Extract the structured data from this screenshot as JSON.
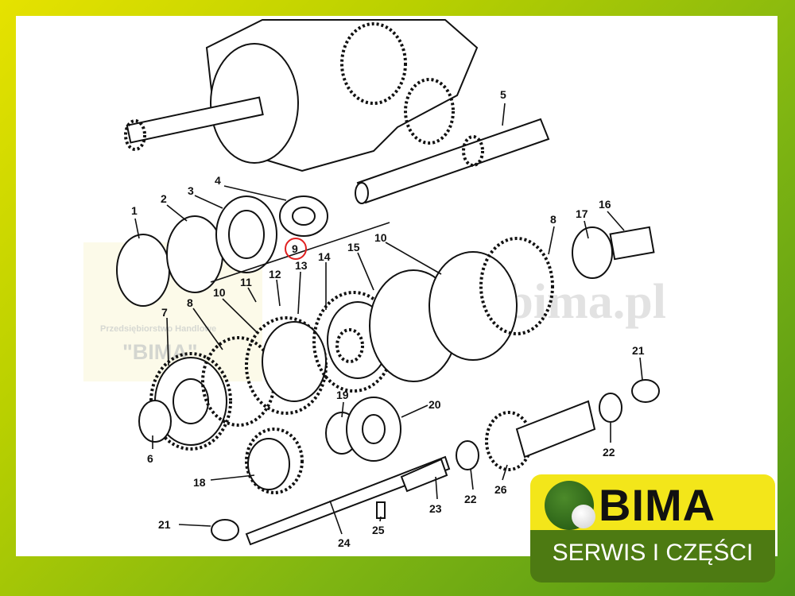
{
  "watermark": {
    "company": "Przedsiębiorstwo Handlowe",
    "name": "\"BIMA\"",
    "url": "www.bima.pl"
  },
  "logo": {
    "brand": "BIMA",
    "tagline": "SERWIS I CZĘŚCI",
    "colors": {
      "yellow": "#f3e61a",
      "green": "#4d7a12"
    }
  },
  "highlight_color": "#e02020",
  "labels": {
    "p1": "1",
    "p2": "2",
    "p3": "3",
    "p4": "4",
    "p5": "5",
    "p16": "16",
    "p17": "17",
    "p8a": "8",
    "p10a": "10",
    "p15": "15",
    "p14": "14",
    "p13": "13",
    "p9": "9",
    "p12": "12",
    "p11": "11",
    "p10b": "10",
    "p8b": "8",
    "p7": "7",
    "p21a": "21",
    "p20": "20",
    "p19": "19",
    "p6": "6",
    "p18": "18",
    "p23": "23",
    "p22a": "22",
    "p26": "26",
    "p22b": "22",
    "p21b": "21",
    "p24": "24",
    "p25": "25"
  }
}
